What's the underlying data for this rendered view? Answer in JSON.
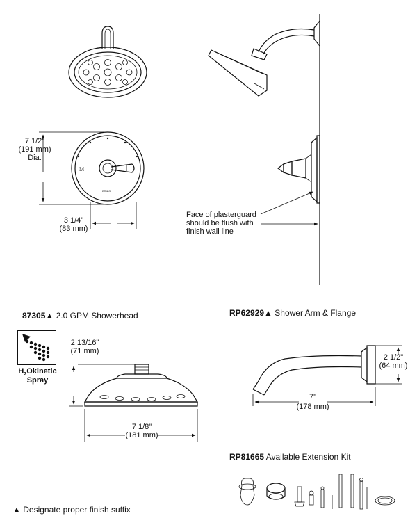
{
  "diagram": {
    "trim_dia_in": "7 1/2\"",
    "trim_dia_mm": "(191 mm)",
    "trim_dia_word": "Dia.",
    "trim_depth_in": "3 1/4\"",
    "trim_depth_mm": "(83 mm)",
    "plasterguard_note": [
      "Face of plasterguard",
      "should be flush with",
      "finish wall line"
    ],
    "showerhead": {
      "part": "87305",
      "desc": "2.0 GPM Showerhead",
      "height_in": "2 13/16\"",
      "height_mm": "(71 mm)",
      "width_in": "7 1/8\"",
      "width_mm": "(181 mm)",
      "spray_label_pre": "H",
      "spray_label_sub": "2",
      "spray_label_post": "Okinetic",
      "spray_label_line2": "Spray"
    },
    "arm": {
      "part": "RP62929",
      "desc": "Shower Arm & Flange",
      "reach_in": "7\"",
      "reach_mm": "(178 mm)",
      "height_in": "2 1/2\"",
      "height_mm": "(64 mm)"
    },
    "kit": {
      "part": "RP81665",
      "desc": "Available Extension Kit"
    },
    "marker": "▲",
    "footnote": "Designate proper finish suffix"
  }
}
